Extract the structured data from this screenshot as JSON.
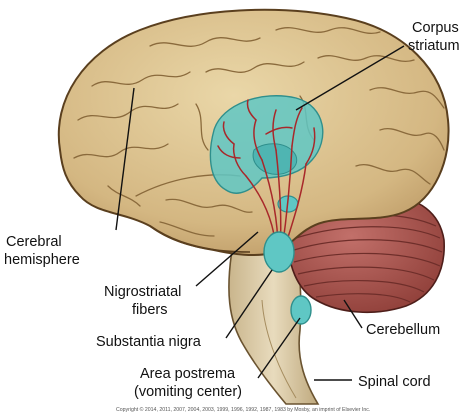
{
  "labels": {
    "corpus_striatum": [
      "Corpus",
      "striatum"
    ],
    "cerebral_hemisphere": [
      "Cerebral",
      "hemisphere"
    ],
    "nigrostriatal_fibers": [
      "Nigrostriatal",
      "fibers"
    ],
    "substantia_nigra": "Substantia nigra",
    "area_postrema": [
      "Area postrema",
      "(vomiting center)"
    ],
    "cerebellum": "Cerebellum",
    "spinal_cord": "Spinal cord"
  },
  "copyright": "Copyright © 2014, 2011, 2007, 2004, 2003, 1999, 1996, 1992, 1987, 1983 by Mosby, an imprint of Elsevier Inc.",
  "colors": {
    "cortex": "#d9c08e",
    "cortex_outline": "#5a3f1e",
    "basal_ganglia_highlight": "#5fc7c4",
    "fibers": "#a8282a",
    "cerebellum": "#a8524c",
    "brainstem": "#d8c7a2"
  }
}
